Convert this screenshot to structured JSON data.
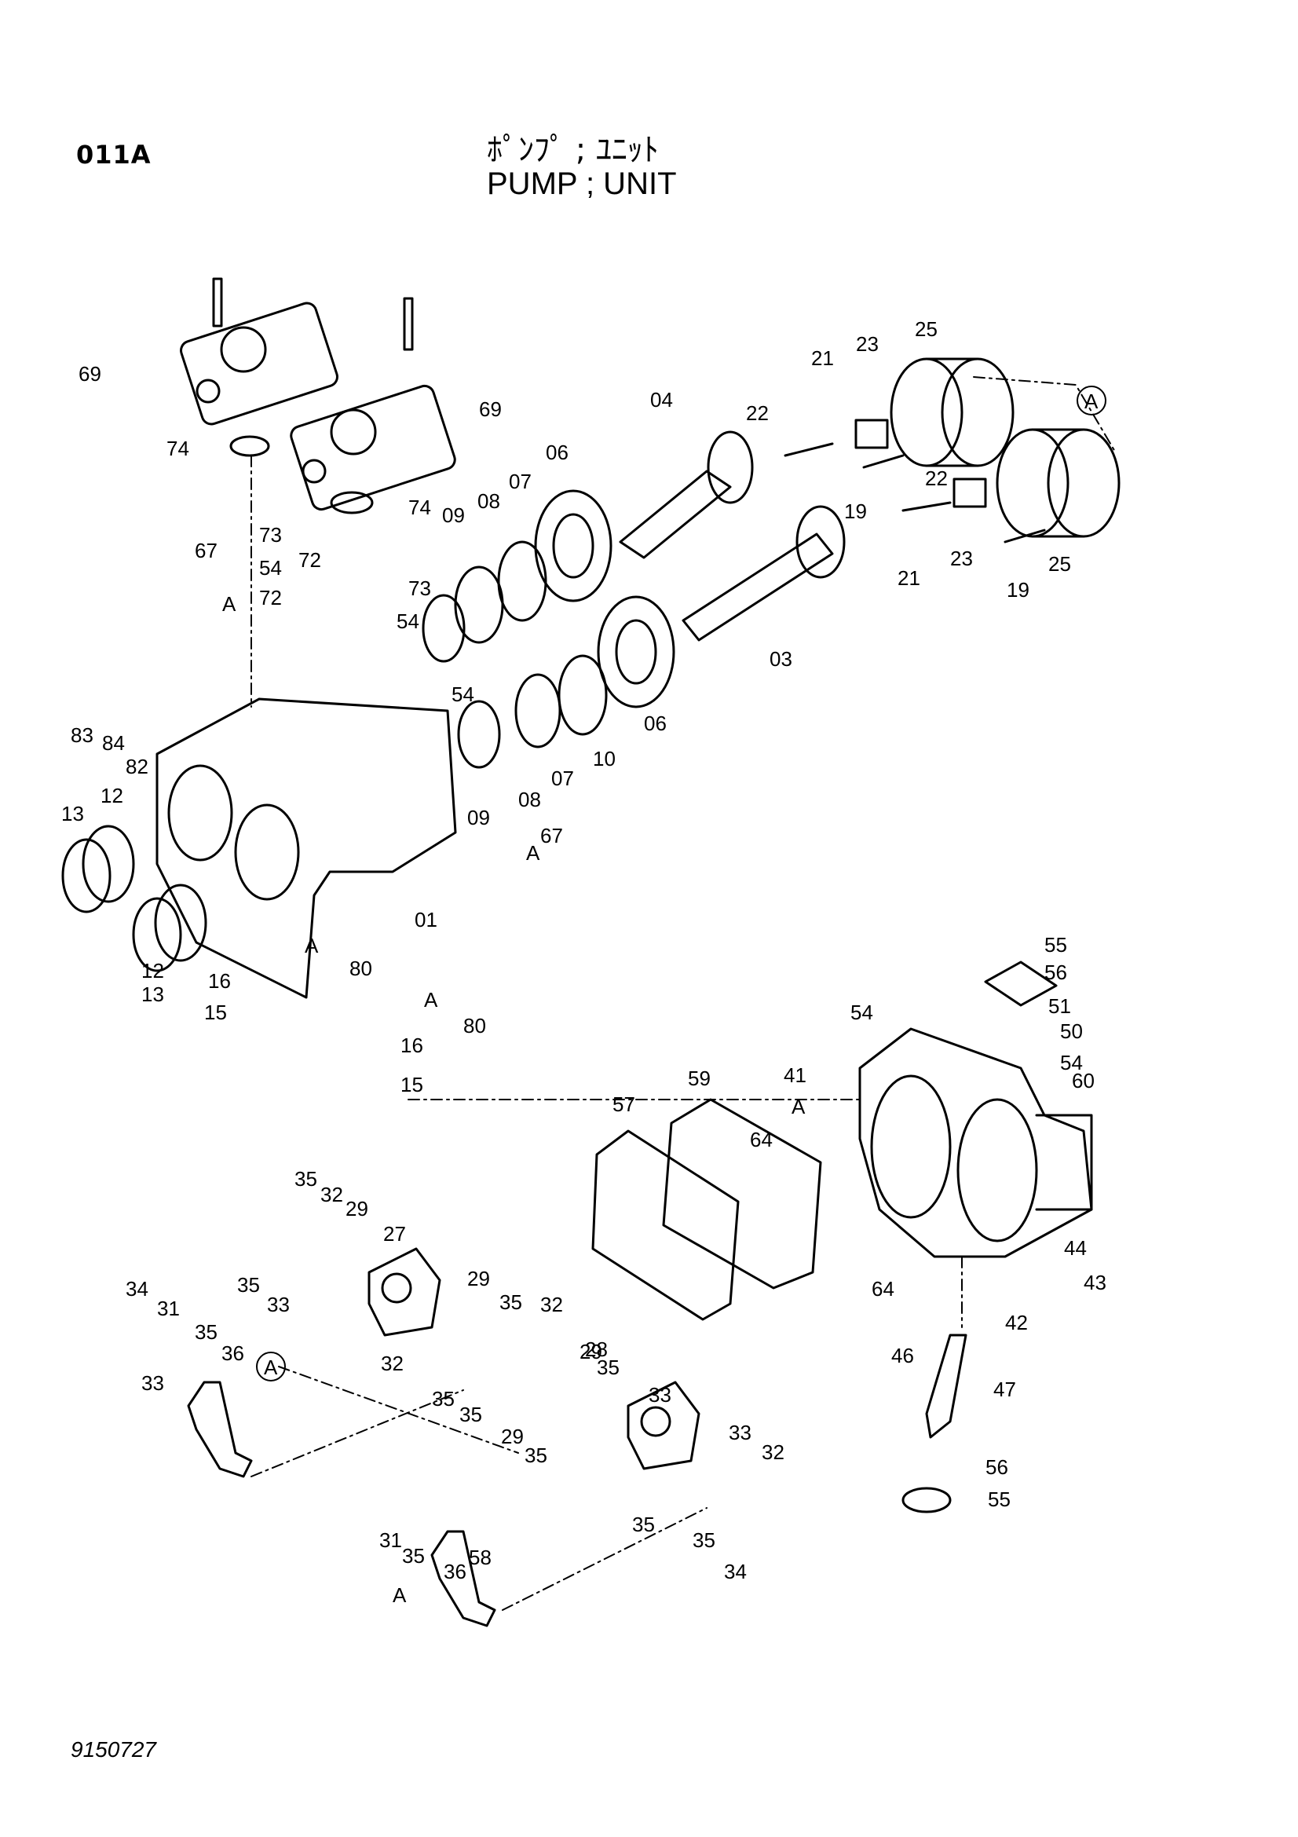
{
  "header": {
    "page_code": "011A",
    "title_jp": "ﾎﾟﾝﾌﾟ ; ﾕﾆｯﾄ",
    "title_en": "PUMP  ; UNIT"
  },
  "footer": {
    "doc_number": "9150727"
  },
  "reference_marker": "A",
  "callouts": [
    "69",
    "69",
    "74",
    "74",
    "73",
    "54",
    "72",
    "67",
    "72",
    "73",
    "54",
    "54",
    "A",
    "83",
    "84",
    "82",
    "04",
    "22",
    "21",
    "23",
    "25",
    "19",
    "22",
    "21",
    "23",
    "19",
    "25",
    "06",
    "07",
    "08",
    "09",
    "03",
    "06",
    "10",
    "07",
    "08",
    "09",
    "67",
    "A",
    "13",
    "12",
    "13",
    "12",
    "01",
    "16",
    "80",
    "A",
    "15",
    "80",
    "A",
    "16",
    "15",
    "55",
    "56",
    "51",
    "54",
    "50",
    "54",
    "41",
    "60",
    "A",
    "64",
    "57",
    "59",
    "35",
    "32",
    "29",
    "27",
    "35",
    "33",
    "29",
    "35",
    "34",
    "31",
    "35",
    "36",
    "33",
    "32",
    "35",
    "35",
    "32",
    "29",
    "28",
    "35",
    "33",
    "29",
    "35",
    "33",
    "32",
    "35",
    "35",
    "34",
    "31",
    "35",
    "36",
    "58",
    "A",
    "64",
    "44",
    "43",
    "42",
    "46",
    "47",
    "56",
    "55"
  ]
}
